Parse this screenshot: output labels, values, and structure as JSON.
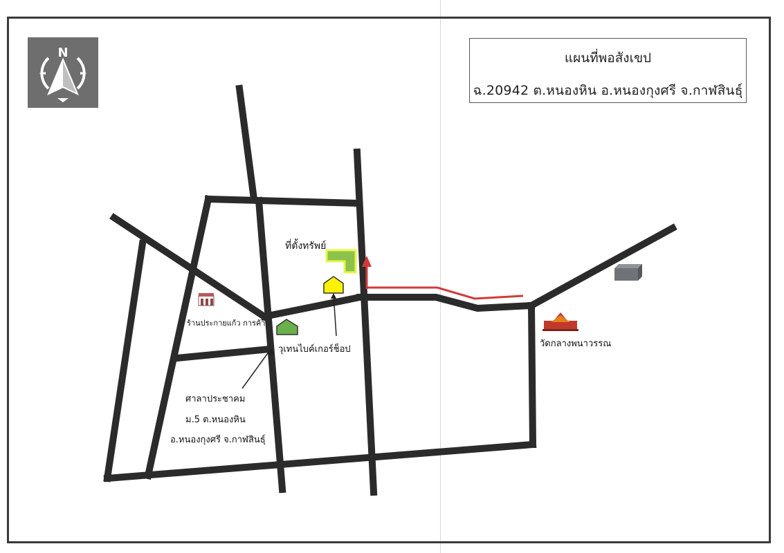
{
  "title": {
    "line1": "แผนที่พอสังเขป",
    "line2": "ฉ.20942 ต.หนองหิน อ.หนองกุงศรี จ.กาฬสินธุ์"
  },
  "compass": {
    "letter": "N",
    "icon": "north-arrow-icon"
  },
  "labels": {
    "property": "ที่ตั้งทรัพย์",
    "shop": "ร้านประกายแก้ว การค้า",
    "bike_shop": "วุเทนไบค์เกอร์ช็อป",
    "temple": "วัดกลางพนาวรรณ",
    "hall_line1": "ศาลาประชาคม",
    "hall_line2": "ม.5 ต.หนองหิน",
    "hall_line3": "อ.หนองกุงศรี จ.กาฬสินธุ์"
  },
  "colors": {
    "road": "#2b2b2b",
    "route": "#d23a3a",
    "property": "#8bc34a",
    "property_outline": "#e8f54a",
    "bike_shop_marker": "#fff200",
    "hall_marker": "#6ab04c",
    "building": "#6f7377",
    "temple": "#c0392b"
  }
}
